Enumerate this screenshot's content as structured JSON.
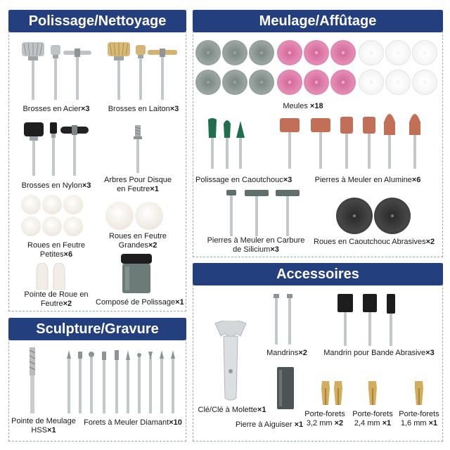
{
  "sections": {
    "polissage": "Polissage/Nettoyage",
    "meulage": "Meulage/Affûtage",
    "sculpture": "Sculpture/Gravure",
    "accessoires": "Accessoires"
  },
  "items": {
    "brosses_acier": {
      "name": "Brosses en Acier",
      "qty": "×3"
    },
    "brosses_laiton": {
      "name": "Brosses en Laiton",
      "qty": "×3"
    },
    "brosses_nylon": {
      "name": "Brosses en Nylon",
      "qty": "×3"
    },
    "arbres_1": "Arbres Pour Disque",
    "arbres_2": {
      "name": "en Feutre",
      "qty": "×1"
    },
    "roues_feutre_petites_1": "Roues en Feutre",
    "roues_feutre_petites_2": {
      "name": "Petites",
      "qty": "×6"
    },
    "roues_feutre_grandes_1": "Roues en Feutre",
    "roues_feutre_grandes_2": {
      "name": "Grandes",
      "qty": "×2"
    },
    "pointe_roue_1": "Pointe de Roue en",
    "pointe_roue_2": {
      "name": "Feutre",
      "qty": "×2"
    },
    "compose": {
      "name": "Composé de Polissage",
      "qty": "×1"
    },
    "meules": {
      "name": "Meules ",
      "qty": "×18"
    },
    "polissage_caoutchouc": {
      "name": "Polissage en Caoutchouc",
      "qty": "×3"
    },
    "pierres_alumine": {
      "name": "Pierres à Meuler en Alumine",
      "qty": "×6"
    },
    "pierres_carbure_1": "Pierres à Meuler en Carbure",
    "pierres_carbure_2": {
      "name": "de Silicium",
      "qty": "×3"
    },
    "roues_abrasives": {
      "name": "Roues en Caoutchouc Abrasives",
      "qty": "×2"
    },
    "pointe_hss_1": "Pointe de Meulage",
    "pointe_hss_2": {
      "name": "HSS",
      "qty": "×1"
    },
    "forets_diamant": {
      "name": "Forets à Meuler Diamant",
      "qty": "×10"
    },
    "mandrins": {
      "name": "Mandrins",
      "qty": "×2"
    },
    "mandrin_bande": {
      "name": "Mandrin pour Bande Abrasive",
      "qty": "×3"
    },
    "cle": {
      "name": "Clé/Clé à Molette",
      "qty": "×1"
    },
    "pierre_aiguiser": {
      "name": "Pierre à Aiguiser ",
      "qty": "×1"
    },
    "porte_forets_32_1": "Porte-forets",
    "porte_forets_32_2": {
      "name": "3,2 mm ",
      "qty": "×2"
    },
    "porte_forets_24_1": "Porte-forets",
    "porte_forets_24_2": {
      "name": "2,4 mm ",
      "qty": "×1"
    },
    "porte_forets_16_1": "Porte-forets",
    "porte_forets_16_2": {
      "name": "1,6 mm ",
      "qty": "×1"
    }
  }
}
